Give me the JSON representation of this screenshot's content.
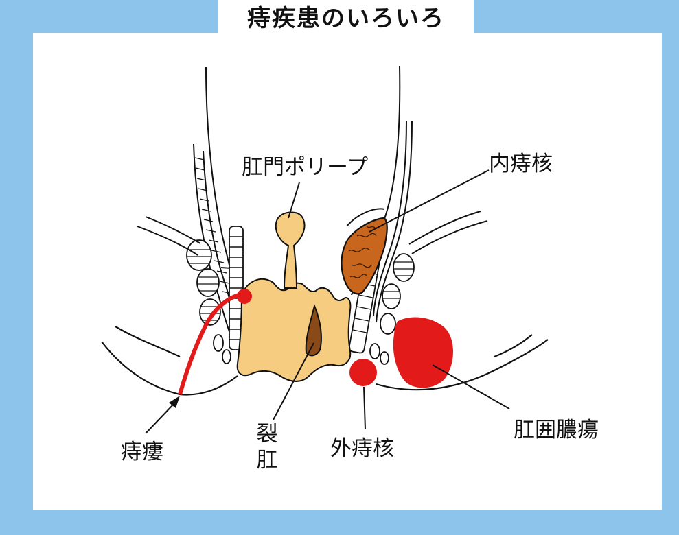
{
  "title": "痔疾患のいろいろ",
  "labels": {
    "anal_polyp": "肛門ポリープ",
    "internal_hemorrhoid": "内痔核",
    "anal_fistula": "痔瘻",
    "anal_fissure": "裂肛",
    "external_hemorrhoid": "外痔核",
    "perianal_abscess": "肛囲膿瘍"
  },
  "colors": {
    "frame": "#8cc4ec",
    "tissue_yellow": "#f6cc80",
    "hemorrhoid_brown": "#c8661e",
    "lesion_red": "#e21a1a",
    "line": "#111111"
  }
}
